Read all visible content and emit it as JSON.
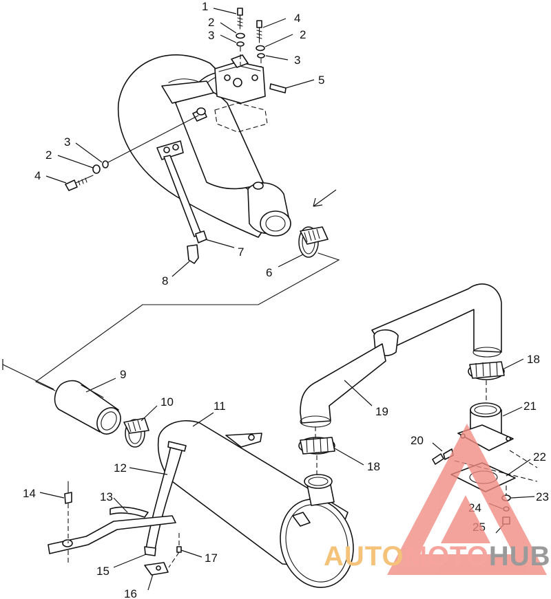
{
  "callouts": [
    {
      "id": "c1",
      "text": "1"
    },
    {
      "id": "c2a",
      "text": "2"
    },
    {
      "id": "c3a",
      "text": "3"
    },
    {
      "id": "c4a",
      "text": "4"
    },
    {
      "id": "c2b",
      "text": "2"
    },
    {
      "id": "c3b",
      "text": "3"
    },
    {
      "id": "c5",
      "text": "5"
    },
    {
      "id": "c3c",
      "text": "3"
    },
    {
      "id": "c2c",
      "text": "2"
    },
    {
      "id": "c4b",
      "text": "4"
    },
    {
      "id": "c7",
      "text": "7"
    },
    {
      "id": "c6",
      "text": "6"
    },
    {
      "id": "c8",
      "text": "8"
    },
    {
      "id": "c9",
      "text": "9"
    },
    {
      "id": "c10",
      "text": "10"
    },
    {
      "id": "c11",
      "text": "11"
    },
    {
      "id": "c12",
      "text": "12"
    },
    {
      "id": "c13",
      "text": "13"
    },
    {
      "id": "c14",
      "text": "14"
    },
    {
      "id": "c15",
      "text": "15"
    },
    {
      "id": "c16",
      "text": "16"
    },
    {
      "id": "c17",
      "text": "17"
    },
    {
      "id": "c18a",
      "text": "18"
    },
    {
      "id": "c18b",
      "text": "18"
    },
    {
      "id": "c19",
      "text": "19"
    },
    {
      "id": "c20",
      "text": "20"
    },
    {
      "id": "c21",
      "text": "21"
    },
    {
      "id": "c22",
      "text": "22"
    },
    {
      "id": "c23",
      "text": "23"
    },
    {
      "id": "c24",
      "text": "24"
    },
    {
      "id": "c25",
      "text": "25"
    }
  ],
  "watermark": {
    "part1": "AUTO",
    "part2": "MOTO",
    "part3": "HUB",
    "colors": {
      "auto": "#f5c27a",
      "moto": "#f6a49d",
      "hub": "#9a9a9a",
      "triangle": "#f08a80"
    }
  }
}
